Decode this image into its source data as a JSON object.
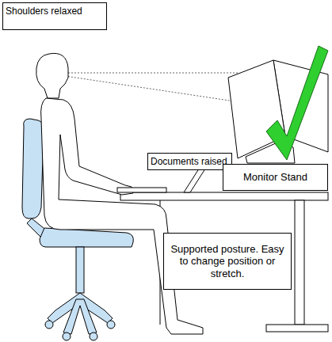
{
  "diagram": {
    "nodes": [
      {
        "text": [
          "Shoulders relaxed"
        ]
      },
      {
        "text": [
          "Documents raised"
        ]
      },
      {
        "text": [
          "Monitor Stand"
        ]
      },
      {
        "text": [
          "Supported posture. Easy to change position or stretch."
        ]
      }
    ]
  }
}
